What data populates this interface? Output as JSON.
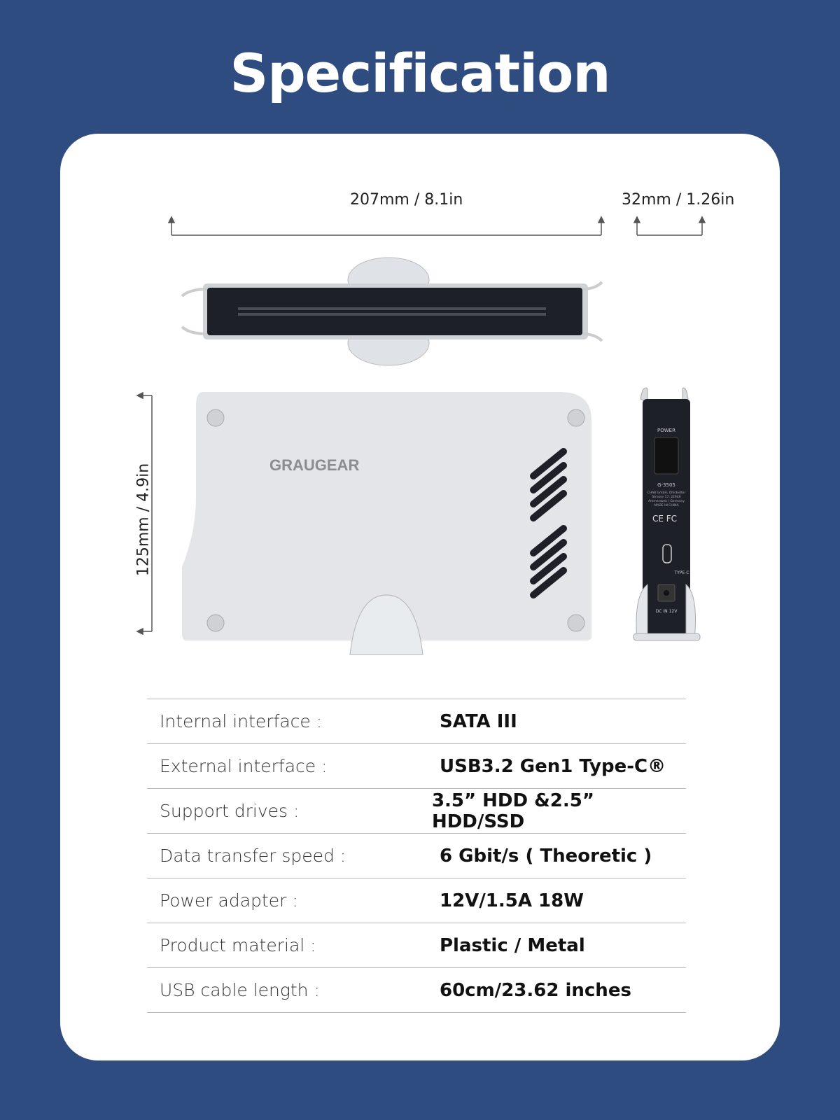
{
  "title": "Specification",
  "dimensions": {
    "length": "207mm / 8.1in",
    "depth": "32mm / 1.26in",
    "height": "125mm  / 4.9in"
  },
  "product": {
    "brand": "GRAUGEAR",
    "back_panel": {
      "power_label": "POWER",
      "model": "G-3505",
      "address_line1": "CHAB GmbH, Ohlstedter",
      "address_line2": "Strasse 17, 22949",
      "address_line3": "Ammersbek / Germany",
      "made_in": "MADE IN CHINA",
      "marks": "CE FC",
      "usb_label": "TYPE-C",
      "dc_label": "DC IN  12V"
    }
  },
  "specs": [
    {
      "label": "Internal interface :",
      "value": "SATA III"
    },
    {
      "label": "External interface :",
      "value": "USB3.2 Gen1 Type-C®"
    },
    {
      "label": "Support drives :",
      "value": "3.5” HDD &2.5” HDD/SSD"
    },
    {
      "label": "Data transfer speed :",
      "value": "6 Gbit/s ( Theoretic )"
    },
    {
      "label": "Power adapter :",
      "value": "12V/1.5A 18W"
    },
    {
      "label": "Product material :",
      "value": "Plastic / Metal"
    },
    {
      "label": "USB cable length :",
      "value": "60cm/23.62 inches"
    }
  ]
}
